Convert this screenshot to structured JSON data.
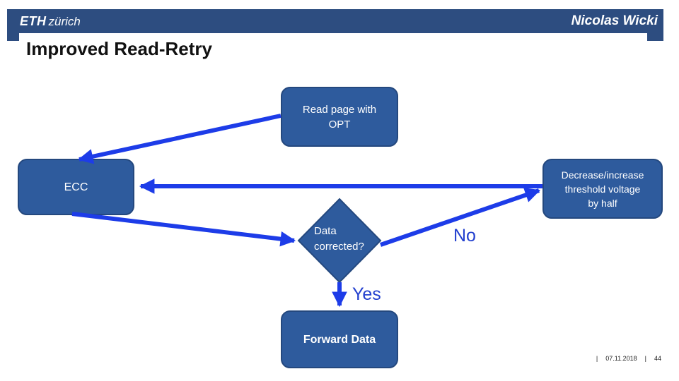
{
  "header": {
    "logo_eth": "ETH",
    "logo_city": "zürich",
    "author": "Nicolas Wicki"
  },
  "title": "Improved Read-Retry",
  "flowchart": {
    "nodes": {
      "read_opt": {
        "line1": "Read page with",
        "line2": "OPT"
      },
      "ecc": {
        "label": "ECC"
      },
      "decrease": {
        "line1": "Decrease/increase",
        "line2": "threshold voltage",
        "line3": "by half"
      },
      "data_corrected": {
        "line1": "Data",
        "line2": "corrected?"
      },
      "forward": {
        "label": "Forward Data"
      }
    },
    "edge_labels": {
      "yes": "Yes",
      "no": "No"
    }
  },
  "footer": {
    "divider1": "|",
    "date": "07.11.2018",
    "divider2": "|",
    "page": "44"
  },
  "colors": {
    "header_bar": "#2d4d80",
    "node_fill": "#2e5b9d",
    "node_border": "#24487e",
    "node_text": "#ffffff",
    "arrow_blue": "#1d3ce8",
    "edge_label_blue": "#2340cf",
    "title_text": "#111111",
    "background": "#ffffff"
  }
}
